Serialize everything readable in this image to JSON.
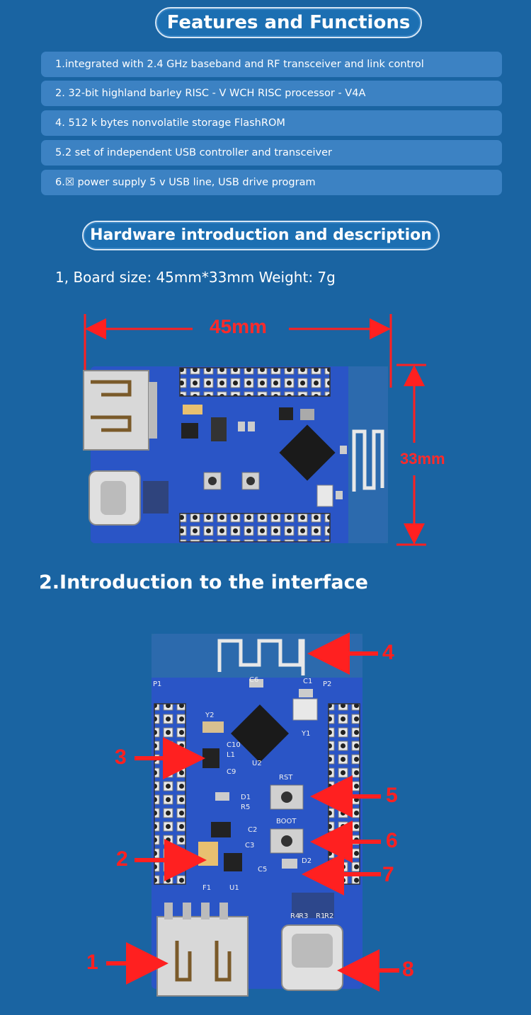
{
  "section1": {
    "title": "Features and Functions",
    "features": [
      "1.integrated with 2.4 GHz baseband and RF transceiver and link control",
      "2. 32-bit highland barley RISC - V WCH RISC processor - V4A",
      "4. 512 k bytes nonvolatile storage FlashROM",
      "5.2 set of independent USB controller and transceiver",
      "6.☒ power supply 5 v USB line, USB drive program"
    ]
  },
  "section_hw": {
    "title": "Hardware introduction and description",
    "size_line": "1, Board size: 45mm*33mm Weight: 7g",
    "width_label": "45mm",
    "height_label": "33mm"
  },
  "section2": {
    "title": "2.Introduction to the interface",
    "callouts": [
      "1",
      "2",
      "3",
      "4",
      "5",
      "6",
      "7",
      "8"
    ]
  },
  "board_silkscreen": {
    "header_left": "P1",
    "header_right": "P2",
    "components": [
      "Y2",
      "C10",
      "L1",
      "C9",
      "U2",
      "Y1",
      "C6",
      "C1",
      "D1",
      "R5",
      "C2",
      "C3",
      "C5",
      "D2",
      "F1",
      "U1",
      "RST",
      "BOOT",
      "R4",
      "R3",
      "R1",
      "R2"
    ]
  },
  "colors": {
    "background": "#1a64a2",
    "feature_bar": "#3c82c3",
    "annotation": "#ff2020",
    "pcb": "#2a55c6"
  }
}
